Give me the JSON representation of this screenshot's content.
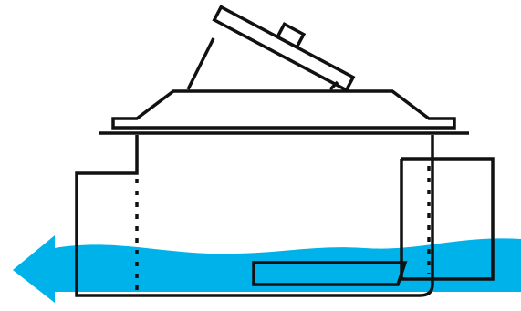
{
  "diagram": {
    "colors": {
      "water": "#00b2ea",
      "outline": "#111111",
      "background": "#ffffff"
    },
    "parts": [
      {
        "id": "lid-hatch",
        "icon": "tilted-open-hatch"
      },
      {
        "id": "roof",
        "icon": "trapezoid-roof"
      },
      {
        "id": "tank-body",
        "icon": "rectangular-tank"
      },
      {
        "id": "inlet-box",
        "icon": "inlet-chamber"
      },
      {
        "id": "outlet-box",
        "icon": "outlet-chamber"
      },
      {
        "id": "baffle-plate",
        "icon": "submerged-plate"
      },
      {
        "id": "flow-arrow",
        "icon": "left-arrow"
      }
    ]
  }
}
